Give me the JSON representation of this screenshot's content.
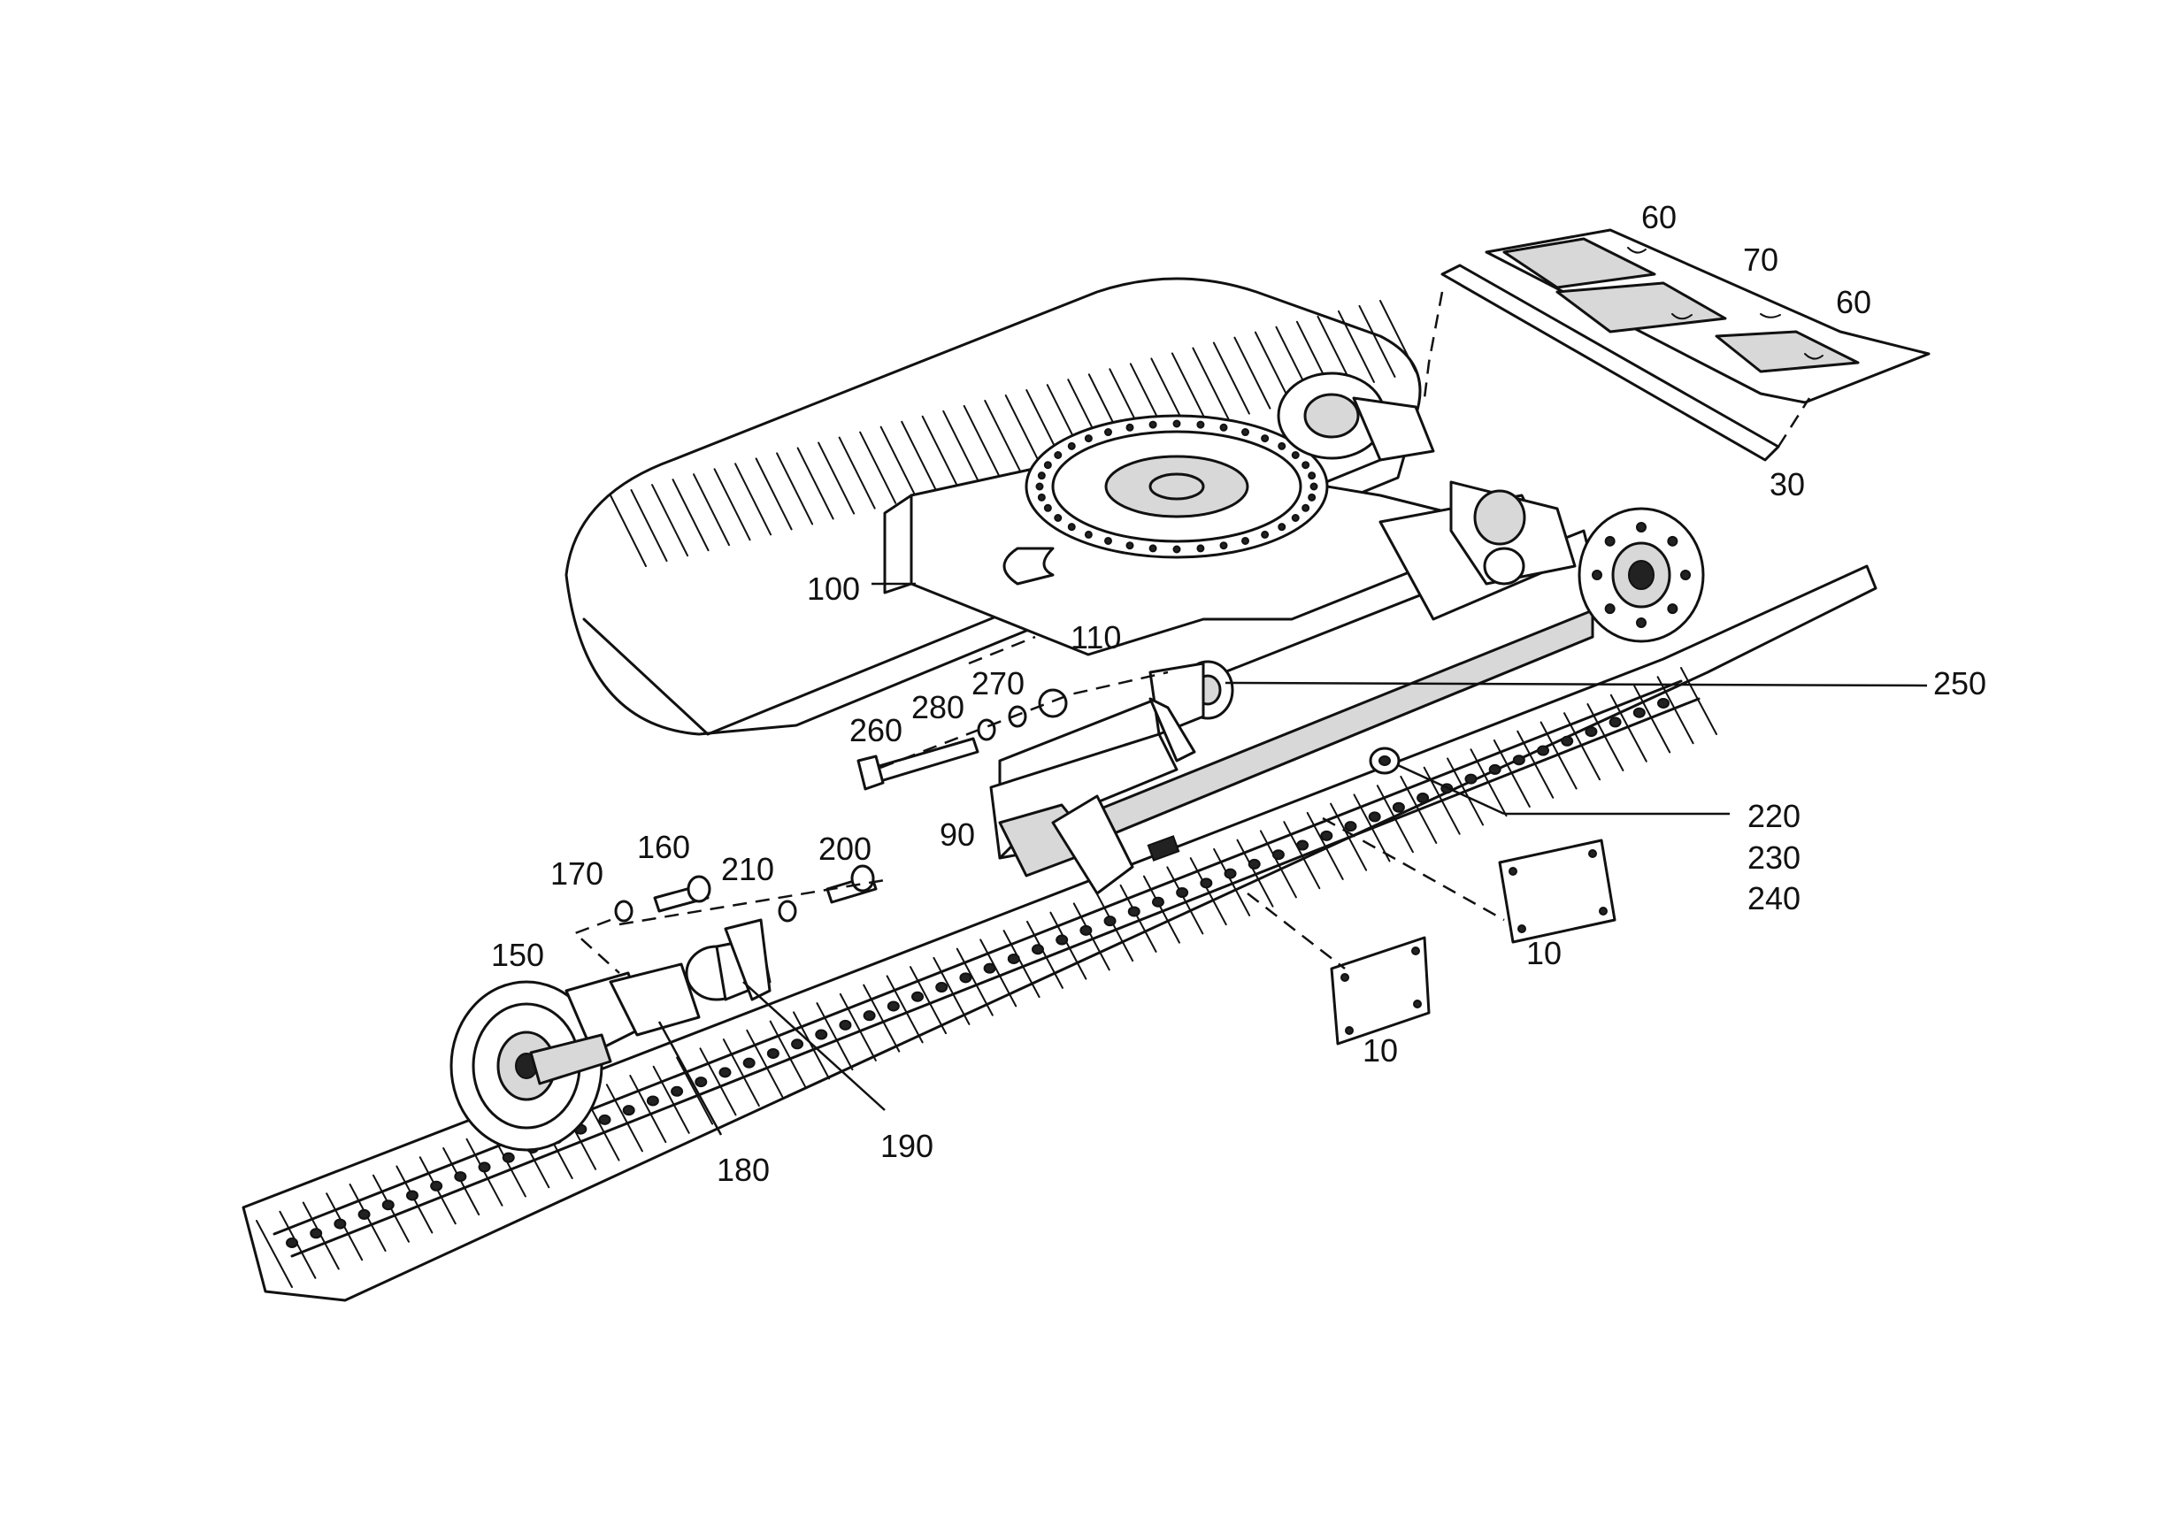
{
  "colors": {
    "ink": "#111111",
    "background": "#ffffff"
  },
  "callouts": [
    {
      "id": "c60a",
      "text": "60"
    },
    {
      "id": "c70",
      "text": "70"
    },
    {
      "id": "c60b",
      "text": "60"
    },
    {
      "id": "c30",
      "text": "30"
    },
    {
      "id": "c100",
      "text": "100"
    },
    {
      "id": "c110",
      "text": "110"
    },
    {
      "id": "c250",
      "text": "250"
    },
    {
      "id": "c270",
      "text": "270"
    },
    {
      "id": "c280",
      "text": "280"
    },
    {
      "id": "c260",
      "text": "260"
    },
    {
      "id": "c90",
      "text": "90"
    },
    {
      "id": "c220",
      "text": "220"
    },
    {
      "id": "c230",
      "text": "230"
    },
    {
      "id": "c240",
      "text": "240"
    },
    {
      "id": "c170",
      "text": "170"
    },
    {
      "id": "c160",
      "text": "160"
    },
    {
      "id": "c210",
      "text": "210"
    },
    {
      "id": "c200",
      "text": "200"
    },
    {
      "id": "c150",
      "text": "150"
    },
    {
      "id": "c10a",
      "text": "10"
    },
    {
      "id": "c10b",
      "text": "10"
    },
    {
      "id": "c190",
      "text": "190"
    },
    {
      "id": "c180",
      "text": "180"
    }
  ]
}
